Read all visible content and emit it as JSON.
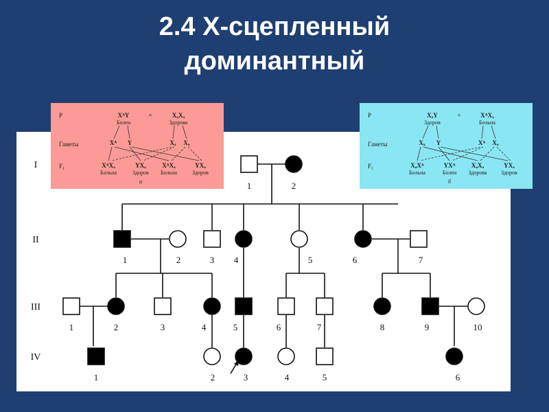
{
  "title": {
    "line1": "2.4 X-сцепленный",
    "line2": "доминантный"
  },
  "pedigree": {
    "generations": [
      "I",
      "II",
      "III",
      "IV"
    ],
    "individuals": [
      {
        "gen": "I",
        "num": "1",
        "sex": "male",
        "affected": false
      },
      {
        "gen": "I",
        "num": "2",
        "sex": "female",
        "affected": true
      },
      {
        "gen": "II",
        "num": "1",
        "sex": "male",
        "affected": true
      },
      {
        "gen": "II",
        "num": "2",
        "sex": "female",
        "affected": false
      },
      {
        "gen": "II",
        "num": "3",
        "sex": "male",
        "affected": false
      },
      {
        "gen": "II",
        "num": "4",
        "sex": "female",
        "affected": true
      },
      {
        "gen": "II",
        "num": "5",
        "sex": "female",
        "affected": false
      },
      {
        "gen": "II",
        "num": "6",
        "sex": "female",
        "affected": true
      },
      {
        "gen": "II",
        "num": "7",
        "sex": "male",
        "affected": false
      },
      {
        "gen": "III",
        "num": "1",
        "sex": "male",
        "affected": false
      },
      {
        "gen": "III",
        "num": "2",
        "sex": "female",
        "affected": true
      },
      {
        "gen": "III",
        "num": "3",
        "sex": "male",
        "affected": false
      },
      {
        "gen": "III",
        "num": "4",
        "sex": "female",
        "affected": true
      },
      {
        "gen": "III",
        "num": "5",
        "sex": "male",
        "affected": true
      },
      {
        "gen": "III",
        "num": "6",
        "sex": "male",
        "affected": false
      },
      {
        "gen": "III",
        "num": "7",
        "sex": "male",
        "affected": false
      },
      {
        "gen": "III",
        "num": "8",
        "sex": "female",
        "affected": true
      },
      {
        "gen": "III",
        "num": "9",
        "sex": "male",
        "affected": true
      },
      {
        "gen": "III",
        "num": "10",
        "sex": "female",
        "affected": false
      },
      {
        "gen": "IV",
        "num": "1",
        "sex": "male",
        "affected": true
      },
      {
        "gen": "IV",
        "num": "2",
        "sex": "female",
        "affected": false
      },
      {
        "gen": "IV",
        "num": "3",
        "sex": "female",
        "affected": true,
        "proband": true
      },
      {
        "gen": "IV",
        "num": "4",
        "sex": "female",
        "affected": false
      },
      {
        "gen": "IV",
        "num": "5",
        "sex": "male",
        "affected": false
      },
      {
        "gen": "IV",
        "num": "6",
        "sex": "female",
        "affected": true
      }
    ]
  },
  "cross_a": {
    "bg_color": "#fb9a96",
    "row_labels": {
      "p": "P",
      "gametes": "Гаметы",
      "f1": "F₁"
    },
    "p_male": "XᴬY",
    "p_male_status": "Болен",
    "cross_sign": "×",
    "p_female": "XₐXₐ",
    "p_female_status": "Здорова",
    "gametes": [
      "Xᴬ",
      "Y",
      "Xₐ",
      "Xₐ"
    ],
    "f1": [
      {
        "genotype": "XᴬXₐ",
        "status": "Больна"
      },
      {
        "genotype": "YXₐ",
        "status": "Здоров"
      },
      {
        "genotype": "XᴬXₐ",
        "status": "Больна"
      },
      {
        "genotype": "YXₐ",
        "status": "Здоров"
      }
    ],
    "caption": "а"
  },
  "cross_b": {
    "bg_color": "#8ae6f2",
    "row_labels": {
      "p": "P",
      "gametes": "Гаметы",
      "f1": "F₁"
    },
    "p_male": "XₐY",
    "p_male_status": "Здоров",
    "cross_sign": "×",
    "p_female": "XᴬXₐ",
    "p_female_status": "Больна",
    "gametes": [
      "Xₐ",
      "Y",
      "Xᴬ",
      "Xₐ"
    ],
    "f1": [
      {
        "genotype": "XₐXᴬ",
        "status": "Больна"
      },
      {
        "genotype": "YXᴬ",
        "status": "Болен"
      },
      {
        "genotype": "XₐXₐ",
        "status": "Здорова"
      },
      {
        "genotype": "YXₐ",
        "status": "Здоров"
      }
    ],
    "caption": "б"
  }
}
